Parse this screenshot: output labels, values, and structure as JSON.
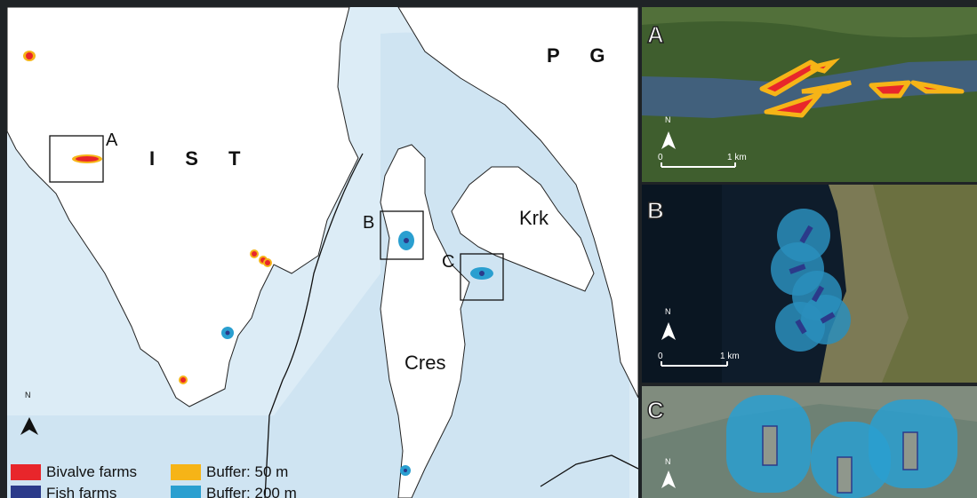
{
  "main_map": {
    "region_labels": [
      "I S T",
      "P G"
    ],
    "islands": [
      "Krk",
      "Cres"
    ],
    "box_labels": [
      "A",
      "B",
      "C"
    ],
    "north_label": "N"
  },
  "legend": {
    "items": [
      {
        "label": "Bivalve farms",
        "color": "#e8262b"
      },
      {
        "label": "Fish farms",
        "color": "#2b3a8a"
      },
      {
        "label": "Buffer: 50 m",
        "color": "#f6b417"
      },
      {
        "label": "Buffer: 200 m",
        "color": "#2a9fd0"
      }
    ]
  },
  "insets": [
    {
      "letter": "A",
      "north_label": "N",
      "scale": [
        "0",
        "1 km"
      ]
    },
    {
      "letter": "B",
      "north_label": "N",
      "scale": [
        "0",
        "1 km"
      ]
    },
    {
      "letter": "C",
      "north_label": "N"
    }
  ]
}
